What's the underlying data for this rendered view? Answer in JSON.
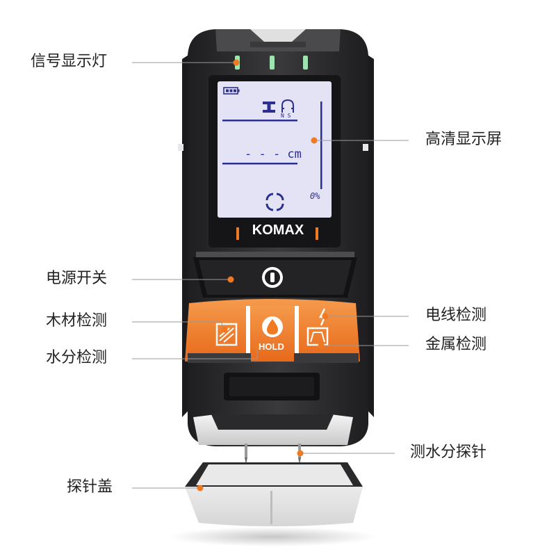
{
  "brand": "KOMAX",
  "screen": {
    "distance_readout": "- - - cm",
    "percent_readout": "0%",
    "ns_label": "N S"
  },
  "buttons": {
    "hold_label": "HOLD"
  },
  "callouts": {
    "signal_light": "信号显示灯",
    "hd_screen": "高清显示屏",
    "power_switch": "电源开关",
    "wood_detect": "木材检测",
    "wire_detect": "电线检测",
    "moisture_detect": "水分检测",
    "metal_detect": "金属检测",
    "moisture_probe": "测水分探针",
    "probe_cap": "探针盖"
  },
  "colors": {
    "body_dark": "#2a2a2c",
    "accent_orange": "#f07a22",
    "lcd_bg": "#e4e2f5",
    "lcd_ink": "#2b2f8f",
    "led_green": "#9fe3b0",
    "callout_dot": "#f07a22"
  }
}
